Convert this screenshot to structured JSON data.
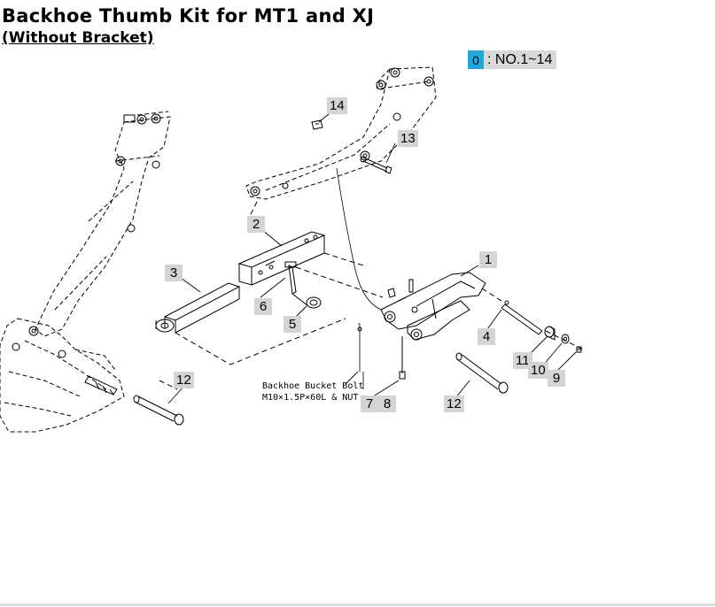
{
  "title": {
    "line1": "Backhoe Thumb Kit for MT1 and XJ",
    "line2": "(Without Bracket)"
  },
  "legend": {
    "key": "0",
    "text": ": NO.1~14"
  },
  "note": {
    "line1": "Backhoe Bucket Bolt",
    "line2": "M10×1.5P×60L & NUT"
  },
  "callouts": [
    {
      "label": "1"
    },
    {
      "label": "2"
    },
    {
      "label": "3"
    },
    {
      "label": "4"
    },
    {
      "label": "5"
    },
    {
      "label": "6"
    },
    {
      "label": "7"
    },
    {
      "label": "8"
    },
    {
      "label": "9"
    },
    {
      "label": "10"
    },
    {
      "label": "11"
    },
    {
      "label": "12"
    },
    {
      "label": "12"
    },
    {
      "label": "13"
    },
    {
      "label": "14"
    }
  ],
  "colors": {
    "legend_key": "#1ea8e0",
    "callout_bg": "#d4d4d4",
    "line": "#000000"
  }
}
